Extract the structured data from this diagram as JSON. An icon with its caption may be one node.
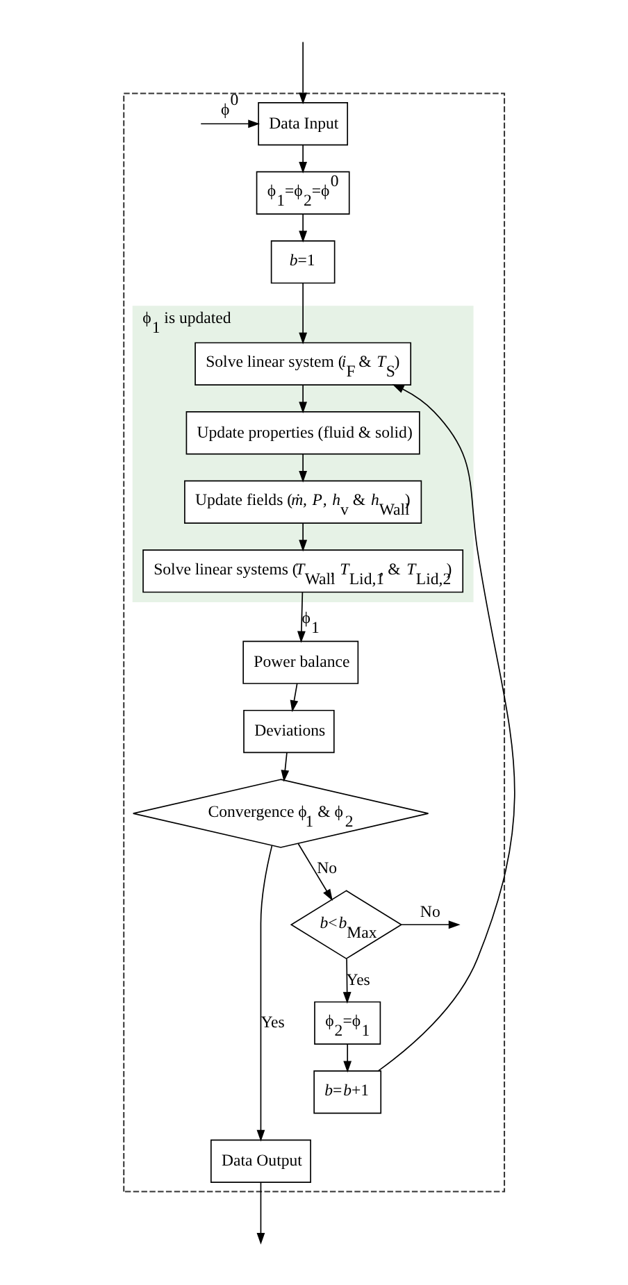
{
  "diagram": {
    "nodes": [
      {
        "text": [],
        "shape": "box"
      },
      {
        "text": [
          "Data Input"
        ],
        "in": 0
      },
      {
        "text": [
          "ϕ$_{1}$=ϕ$_{2}$=ϕ$^{0}$"
        ],
        "in": 0
      },
      {
        "text": [
          "*b*=1"
        ],
        "in": 0
      },
      {
        "text": [
          "ϕ$_{1}$ is updated"
        ],
        "in": 0
      },
      {
        "text": [
          "Solve linear system (*i*$_{F}$ & *T*$_{S}$)"
        ],
        "in": 4
      },
      {
        "text": [
          "Update properties (fluid & solid)"
        ],
        "in": 4
      },
      {
        "text": [
          "Update fields (*ṁ*, *P*, *h*$_{v}$ & *h*$_{Wall}$)"
        ],
        "in": 4
      },
      {
        "text": [
          "Solve linear systems (*T*$_{Wall}$, *T*$_{Lid,1}$, & *T*$_{Lid,2}$)"
        ],
        "in": 4
      },
      {
        "text": [
          "Power balance"
        ],
        "in": 0
      },
      {
        "text": [
          "Deviations"
        ],
        "in": 0
      },
      {
        "text": [
          "Convergence ϕ$_{1}$ & ϕ$_{2}$"
        ],
        "in": 0
      },
      {
        "text": [
          "Data Output"
        ],
        "in": 0
      },
      {
        "text": [
          "*b*<*b*$_{Max}$"
        ],
        "in": 0
      },
      {
        "text": [
          "ϕ$_{2}$=ϕ$_{1}$"
        ],
        "in": 0
      },
      {
        "text": [
          "*b*=*b*+1"
        ],
        "in": 0
      }
    ],
    "edges": [
      {
        "from": null,
        "to": 1,
        "arrow": "to"
      },
      {
        "from": null,
        "to": 1,
        "arrow": "to",
        "label": "ϕ$^{0}$"
      },
      {
        "from": 1,
        "to": 2,
        "arrow": "to"
      },
      {
        "from": 2,
        "to": 3,
        "arrow": "to"
      },
      {
        "from": 3,
        "to": 5,
        "arrow": "to"
      },
      {
        "from": 5,
        "to": 6,
        "arrow": "to"
      },
      {
        "from": 6,
        "to": 7,
        "arrow": "to"
      },
      {
        "from": 7,
        "to": 8,
        "arrow": "to"
      },
      {
        "from": 8,
        "to": 9,
        "arrow": "to",
        "label": "ϕ$_{1}$"
      },
      {
        "from": 9,
        "to": 10,
        "arrow": "to"
      },
      {
        "from": 10,
        "to": 11,
        "arrow": "to"
      },
      {
        "from": 11,
        "to": 12,
        "arrow": "to",
        "label": "Yes"
      },
      {
        "from": 11,
        "to": 13,
        "arrow": "to",
        "label": "No"
      },
      {
        "from": 13,
        "to": 14,
        "arrow": "to",
        "label": "Yes"
      },
      {
        "from": 14,
        "to": 15,
        "arrow": "to"
      },
      {
        "from": 15,
        "to": 5,
        "arrow": "to"
      },
      {
        "from": 13,
        "to": null,
        "arrow": "to",
        "label": "No"
      },
      {
        "from": 12,
        "to": null,
        "arrow": "to"
      }
    ]
  }
}
